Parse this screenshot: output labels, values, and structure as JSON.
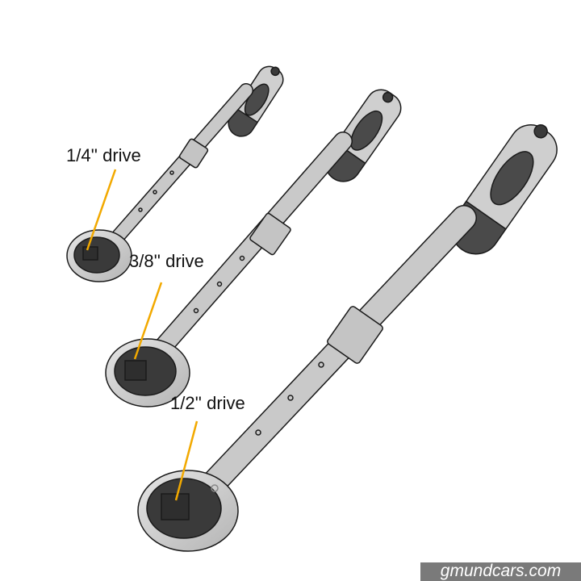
{
  "labels": {
    "quarter": "1/4'' drive",
    "three_eighths": "3/8'' drive",
    "half": "1/2'' drive"
  },
  "watermark": "gmundcars.com",
  "colors": {
    "leader_line": "#f2a900",
    "shaft": "#c9c9c9",
    "grip_light": "#cfcfcf",
    "grip_dark": "#4a4a4a",
    "head_dark": "#3a3a3a",
    "outline": "#1a1a1a"
  }
}
